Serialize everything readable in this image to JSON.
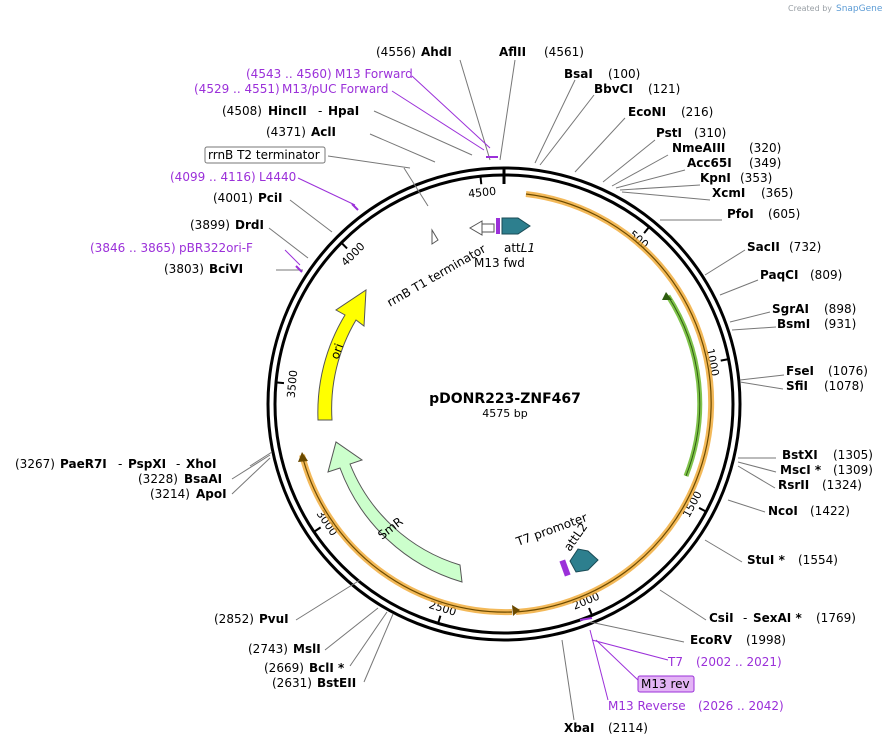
{
  "brand": {
    "created_by": "Created by",
    "app": "SnapGene"
  },
  "plasmid": {
    "name": "pDONR223-ZNF467",
    "length_label": "4575 bp",
    "length": 4575
  },
  "ticks": [
    {
      "label": "500",
      "pos": 500
    },
    {
      "label": "1000",
      "pos": 1000
    },
    {
      "label": "1500",
      "pos": 1500
    },
    {
      "label": "2000",
      "pos": 2000
    },
    {
      "label": "2500",
      "pos": 2500
    },
    {
      "label": "3000",
      "pos": 3000
    },
    {
      "label": "3500",
      "pos": 3500
    },
    {
      "label": "4000",
      "pos": 4000
    },
    {
      "label": "4500",
      "pos": 4500
    }
  ],
  "sites": [
    {
      "pos": "(4556)",
      "name": "AhdI"
    },
    {
      "name": "AflII",
      "pos": "(4561)"
    },
    {
      "name": "BsaI",
      "pos": "(100)"
    },
    {
      "name": "BbvCI",
      "pos": "(121)"
    },
    {
      "name": "EcoNI",
      "pos": "(216)"
    },
    {
      "name": "PstI",
      "pos": "(310)"
    },
    {
      "name": "NmeAIII",
      "pos": "(320)"
    },
    {
      "name": "Acc65I",
      "pos": "(349)"
    },
    {
      "name": "KpnI",
      "pos": "(353)"
    },
    {
      "name": "XcmI",
      "pos": "(365)"
    },
    {
      "name": "PfoI",
      "pos": "(605)"
    },
    {
      "name": "SacII",
      "pos": "(732)"
    },
    {
      "name": "PaqCI",
      "pos": "(809)"
    },
    {
      "name": "SgrAI",
      "pos": "(898)"
    },
    {
      "name": "BsmI",
      "pos": "(931)"
    },
    {
      "name": "FseI",
      "pos": "(1076)"
    },
    {
      "name": "SfiI",
      "pos": "(1078)"
    },
    {
      "name": "BstXI",
      "pos": "(1305)"
    },
    {
      "name": "MscI *",
      "pos": "(1309)"
    },
    {
      "name": "RsrII",
      "pos": "(1324)"
    },
    {
      "name": "NcoI",
      "pos": "(1422)"
    },
    {
      "name": "StuI *",
      "pos": "(1554)"
    },
    {
      "name": "CsiI",
      "sep": "-",
      "name2": "SexAI *",
      "pos": "(1769)"
    },
    {
      "name": "EcoRV",
      "pos": "(1998)"
    },
    {
      "name": "XbaI",
      "pos": "(2114)"
    },
    {
      "pos": "(2852)",
      "name": "PvuI"
    },
    {
      "pos": "(2743)",
      "name": "MslI"
    },
    {
      "pos": "(2669)",
      "name": "BclI *"
    },
    {
      "pos": "(2631)",
      "name": "BstEII"
    },
    {
      "pos": "(3214)",
      "name": "ApoI"
    },
    {
      "pos": "(3228)",
      "name": "BsaAI"
    },
    {
      "pos": "(3267)",
      "name": "PaeR7I",
      "name2": "PspXI",
      "name3": "XhoI",
      "sep": "-"
    },
    {
      "pos": "(3803)",
      "name": "BciVI"
    },
    {
      "pos": "(3899)",
      "name": "DrdI"
    },
    {
      "pos": "(4001)",
      "name": "PciI"
    },
    {
      "pos": "(4371)",
      "name": "AclI"
    },
    {
      "pos": "(4508)",
      "name": "HincII",
      "name2": "HpaI",
      "sep": "-"
    }
  ],
  "primers": [
    {
      "range": "(4543 .. 4560)",
      "name": "M13 Forward"
    },
    {
      "range": "(4529 .. 4551)",
      "name": "M13/pUC Forward"
    },
    {
      "range": "(4099 .. 4116)",
      "name": "L4440"
    },
    {
      "range": "(3846 .. 3865)",
      "name": "pBR322ori-F"
    },
    {
      "name": "T7",
      "range": "(2002 .. 2021)"
    },
    {
      "name": "M13 Reverse",
      "range": "(2026 .. 2042)"
    }
  ],
  "boxed_labels": {
    "rrnb_t2": "rrnB T2 terminator",
    "m13_rev": "M13 rev"
  },
  "features": {
    "rrnb_t1": "rrnB T1 terminator",
    "attl1_att": "att",
    "attl1_l": "L1",
    "m13_fwd": "M13 fwd",
    "t7_promoter": "T7 promoter",
    "attl2": "attL2",
    "ori": "ori",
    "smr": "SmR"
  },
  "colors": {
    "backbone": "#000000",
    "orf": "#f0a830",
    "orf_inner": "#6b4a00",
    "green_orf": "#6ab82c",
    "ori": "#ffff00",
    "smr": "#ccffcc",
    "att": "#2d7f8e",
    "primer": "#9b30d9",
    "m13_rev_fill": "#e3b4f5"
  }
}
